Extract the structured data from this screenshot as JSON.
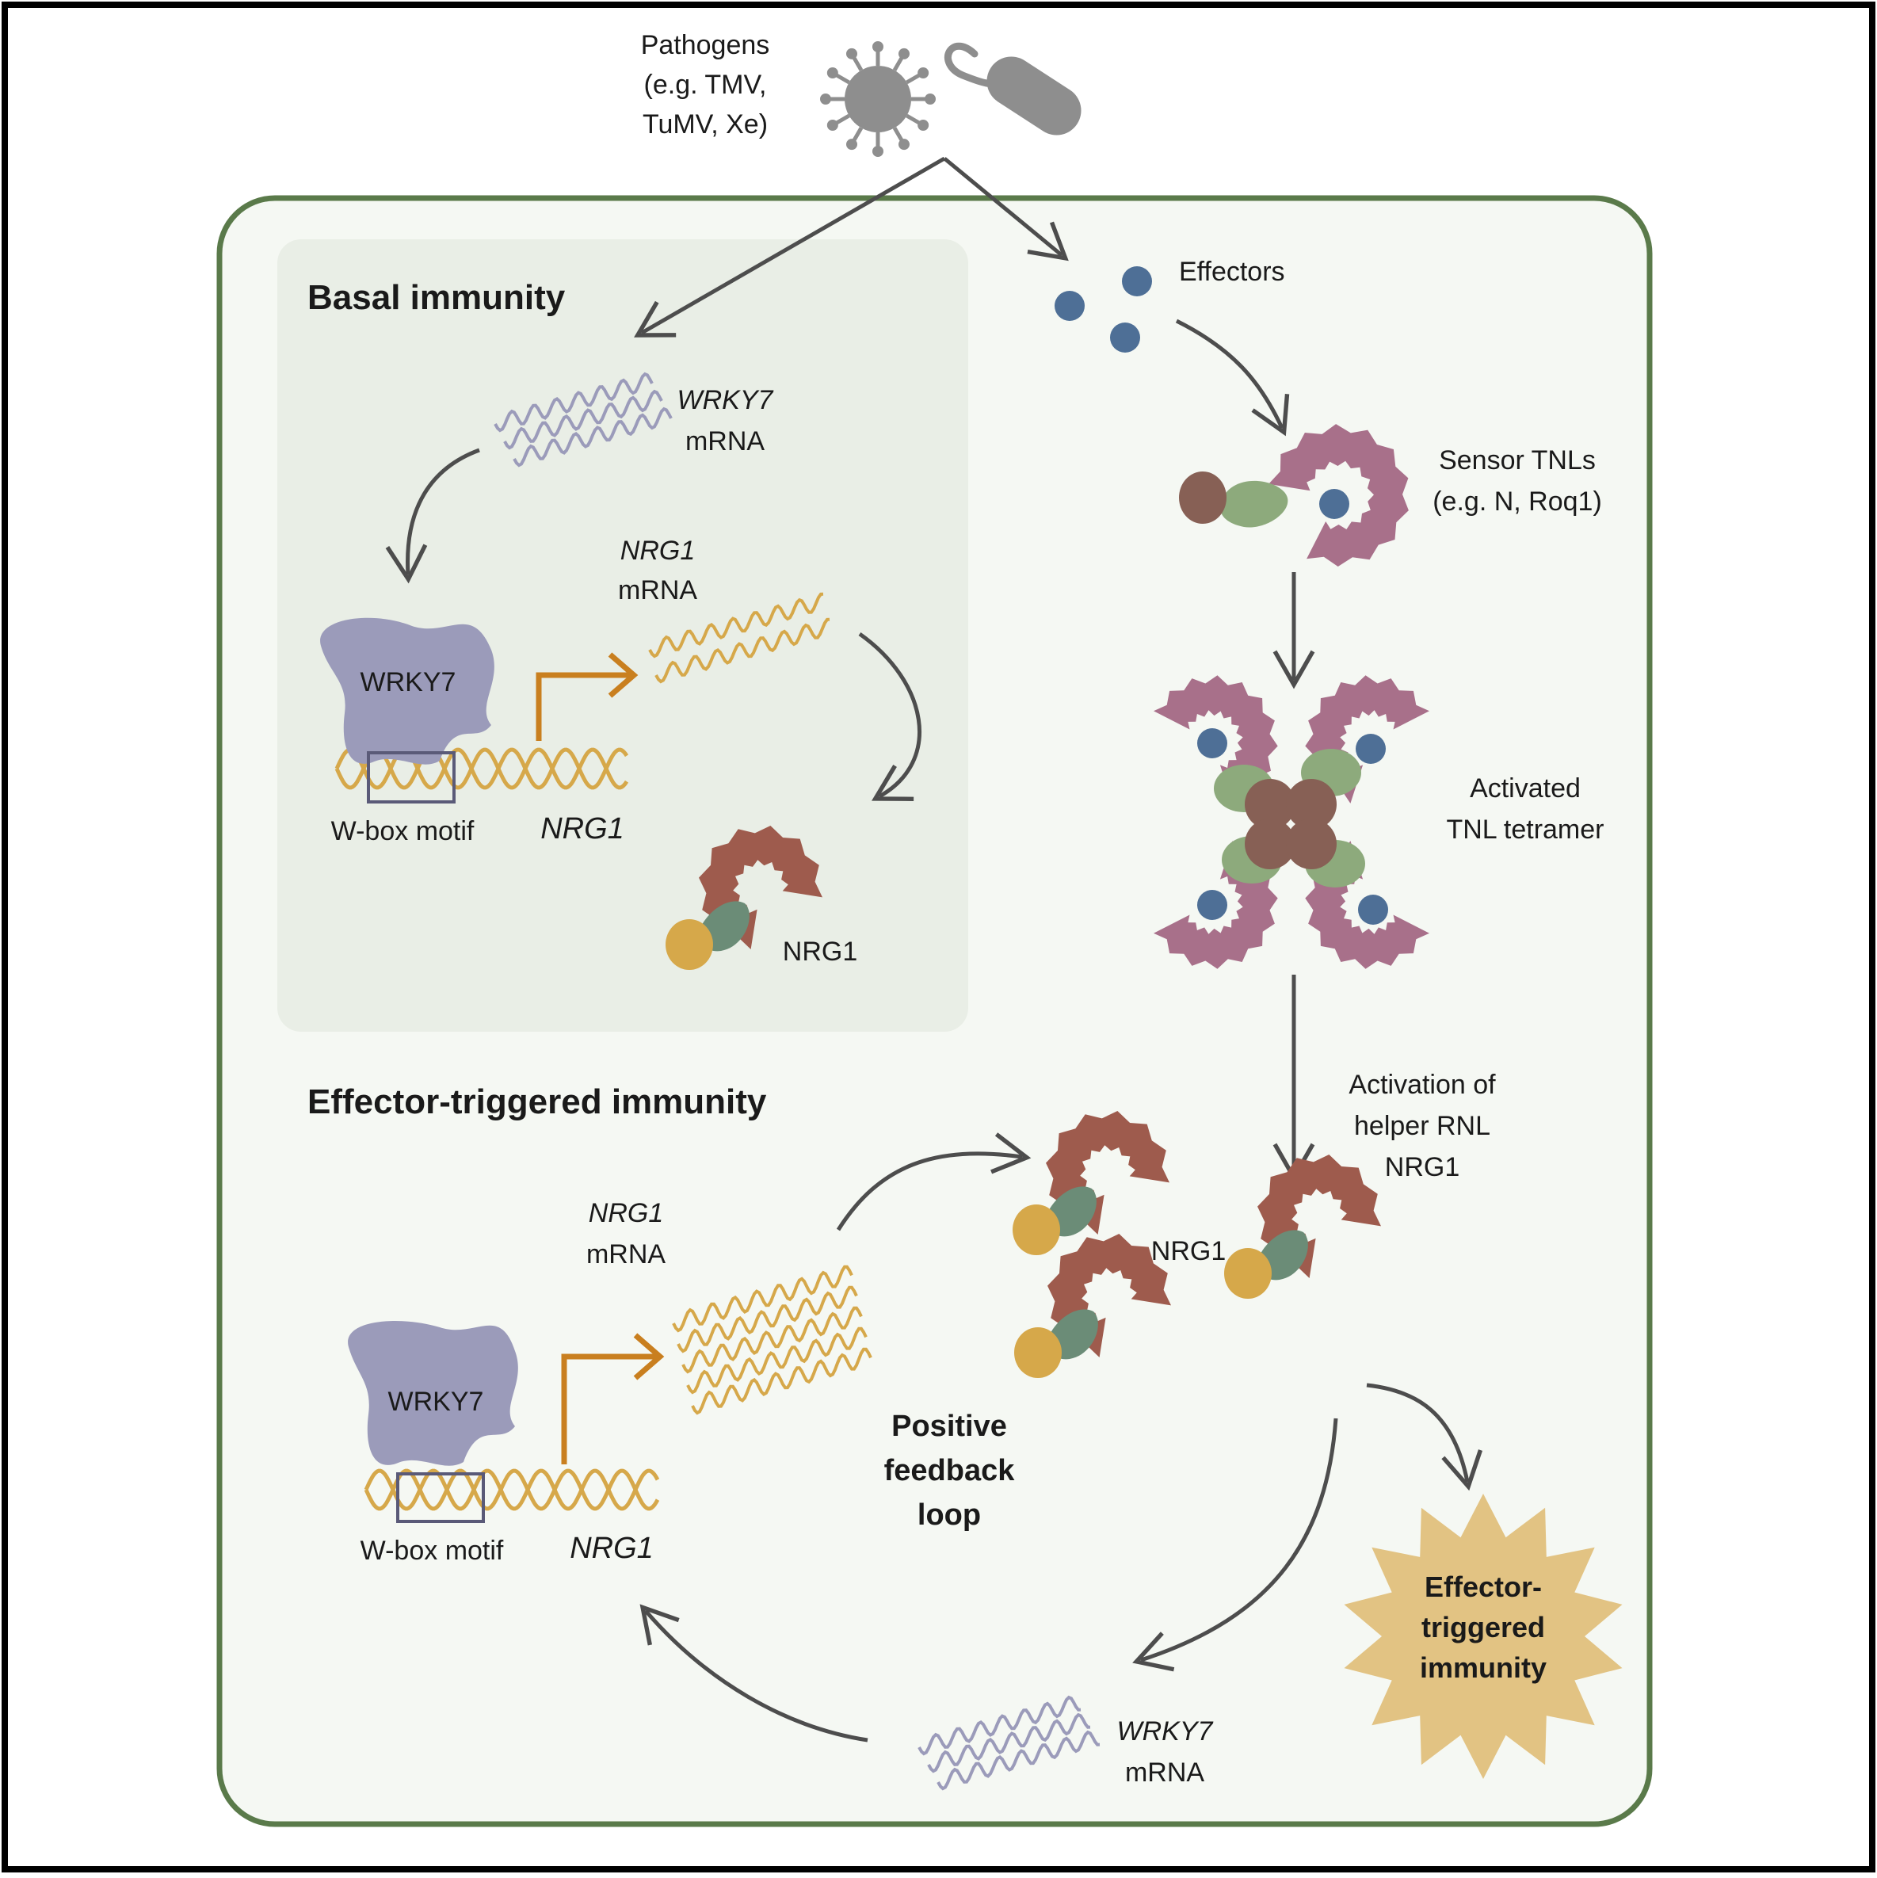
{
  "pathogens": {
    "line1": "Pathogens",
    "line2": "(e.g. TMV,",
    "line3": "TuMV, Xe)"
  },
  "effectors": {
    "label": "Effectors"
  },
  "basal": {
    "title": "Basal immunity",
    "wrky7_mrna_line1": "WRKY7",
    "wrky7_mrna_line2": "mRNA",
    "nrg1_mrna_line1": "NRG1",
    "nrg1_mrna_line2": "mRNA",
    "wrky7_protein": "WRKY7",
    "wbox": "W-box motif",
    "nrg1_gene": "NRG1",
    "nrg1_protein": "NRG1"
  },
  "sensor": {
    "line1": "Sensor TNLs",
    "line2": "(e.g. N, Roq1)"
  },
  "tetramer": {
    "line1": "Activated",
    "line2": "TNL tetramer"
  },
  "helper": {
    "line1": "Activation of",
    "line2": "helper RNL",
    "line3": "NRG1"
  },
  "eti": {
    "title": "Effector-triggered immunity",
    "nrg1_mrna_line1": "NRG1",
    "nrg1_mrna_line2": "mRNA",
    "wrky7_protein": "WRKY7",
    "wbox": "W-box motif",
    "nrg1_gene": "NRG1",
    "nrg1_protein": "NRG1",
    "loop_line1": "Positive",
    "loop_line2": "feedback",
    "loop_line3": "loop",
    "burst_line1": "Effector-",
    "burst_line2": "triggered",
    "burst_line3": "immunity",
    "wrky7_mrna_line1": "WRKY7",
    "wrky7_mrna_line2": "mRNA"
  },
  "colors": {
    "frame": "#000000",
    "cell_border": "#5a7a4a",
    "cell_fill": "#f5f8f3",
    "basal_box": "#e9eee6",
    "pathogen": "#8e8e8e",
    "effector": "#4e6f96",
    "tnl_lrr": "#a8708a",
    "tnl_nbs": "#8daa7c",
    "tnl_tir": "#876055",
    "nrg1_lrr": "#9e5b4d",
    "nrg1_nbs": "#6b8c77",
    "nrg1_cc": "#d6a84a",
    "wrky7": "#9b9bba",
    "dna": "#d6a84a",
    "promoter_arrow": "#c97f1f",
    "arrows": "#4d4d4d",
    "burst": "#e2c383"
  }
}
